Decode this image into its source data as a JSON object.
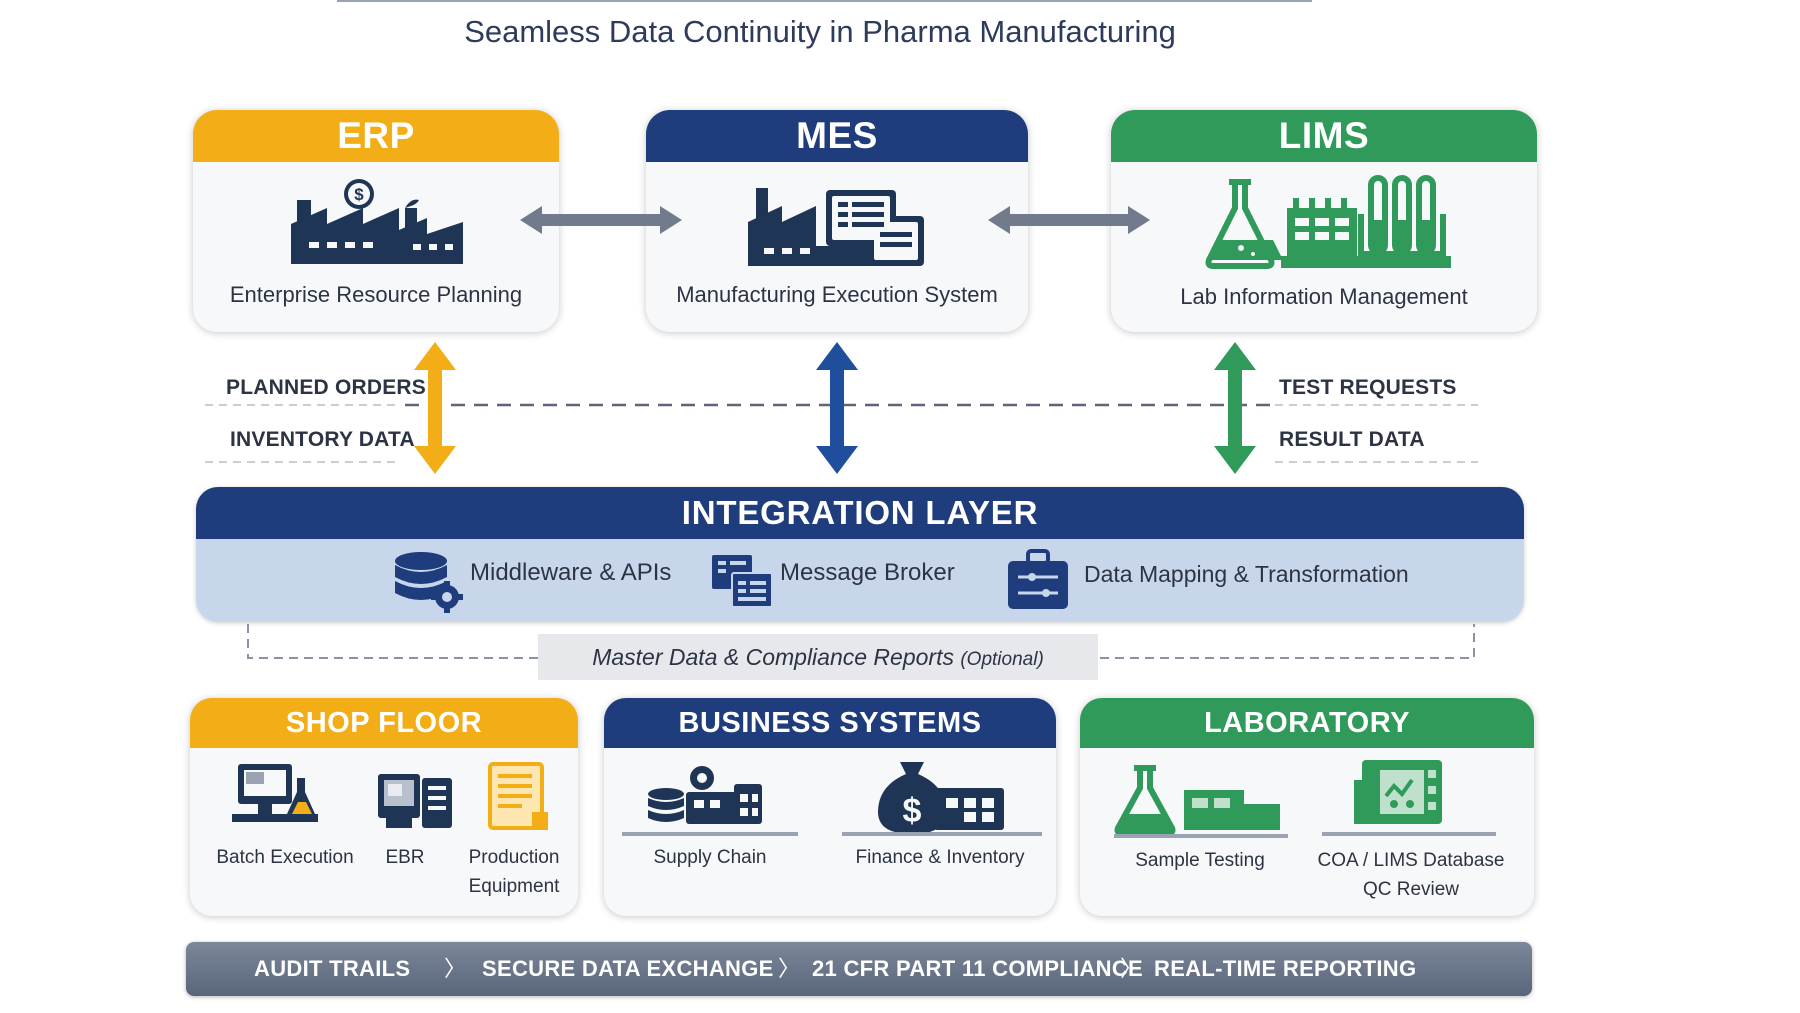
{
  "title": "Seamless Data Continuity in Pharma Manufacturing",
  "colors": {
    "erp": "#f3ad16",
    "mes": "#1f3d7c",
    "lims": "#2f9a5a",
    "gray_arrow": "#717b8c"
  },
  "systems": {
    "erp": {
      "name": "ERP",
      "subtitle": "Enterprise Resource Planning",
      "icon": "factory-dollar-icon"
    },
    "mes": {
      "name": "MES",
      "subtitle": "Manufacturing Execution System",
      "icon": "factory-screen-icon"
    },
    "lims": {
      "name": "LIMS",
      "subtitle": "Lab Information Management",
      "icon": "lab-flask-icon"
    }
  },
  "flows": {
    "erp_top": "PLANNED ORDERS",
    "erp_bottom": "INVENTORY DATA",
    "lims_top": "TEST REQUESTS",
    "lims_bottom": "RESULT DATA"
  },
  "integration": {
    "title": "INTEGRATION LAYER",
    "items": [
      {
        "label": "Middleware & APIs",
        "icon": "database-gear-icon"
      },
      {
        "label": "Message Broker",
        "icon": "message-broker-icon"
      },
      {
        "label": "Data Mapping & Transformation",
        "icon": "briefcase-mapping-icon"
      }
    ]
  },
  "master": {
    "label": "Master Data & Compliance Reports",
    "optional": "(Optional)"
  },
  "bottom": {
    "shop_floor": {
      "title": "SHOP FLOOR",
      "items": [
        {
          "label": "Batch Execution",
          "icon": "computer-flask-icon"
        },
        {
          "label": "EBR",
          "icon": "ebr-device-icon"
        },
        {
          "label": "Production Equipment",
          "icon": "document-icon"
        }
      ]
    },
    "business": {
      "title": "BUSINESS SYSTEMS",
      "items": [
        {
          "label": "Supply Chain",
          "icon": "supply-chain-icon"
        },
        {
          "label": "Finance & Inventory",
          "icon": "money-bag-icon"
        }
      ]
    },
    "laboratory": {
      "title": "LABORATORY",
      "items": [
        {
          "label": "Sample Testing",
          "icon": "flask-icon"
        },
        {
          "label": "COA / LIMS Database QC Review",
          "icon": "qc-database-icon"
        }
      ]
    }
  },
  "footer": [
    "AUDIT TRAILS",
    "SECURE DATA EXCHANGE",
    "21 CFR PART 11 COMPLIANCE",
    "REAL-TIME REPORTING"
  ]
}
